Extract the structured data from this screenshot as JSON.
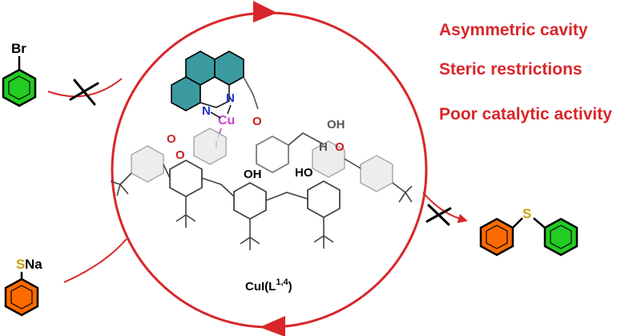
{
  "notes": [
    "Asymmetric cavity",
    "Steric restrictions",
    "Poor catalytic activity"
  ],
  "reactants": {
    "bromobenzene_label": "Br",
    "thiolate_label": "S",
    "sodium_label": "Na"
  },
  "product": {
    "sulfur_label": "S"
  },
  "catalyst": {
    "name": "CuI(L",
    "superscript": "1,4",
    "close": ")",
    "metal": "Cu",
    "halide": "I",
    "n1": "N",
    "n2": "N",
    "o_label": "O",
    "oh_label": "OH",
    "ho_label": "HO",
    "h_label": "H"
  },
  "colors": {
    "cycle": "#d8262a",
    "bromobenzene": "#22cc22",
    "thiolate": "#ff6a00",
    "sulfur": "#c8a000",
    "phenanthroline": "#3a9aa0",
    "copper": "#cc44cc",
    "oxygen": "#cc2020",
    "nitrogen": "#2030d0"
  }
}
